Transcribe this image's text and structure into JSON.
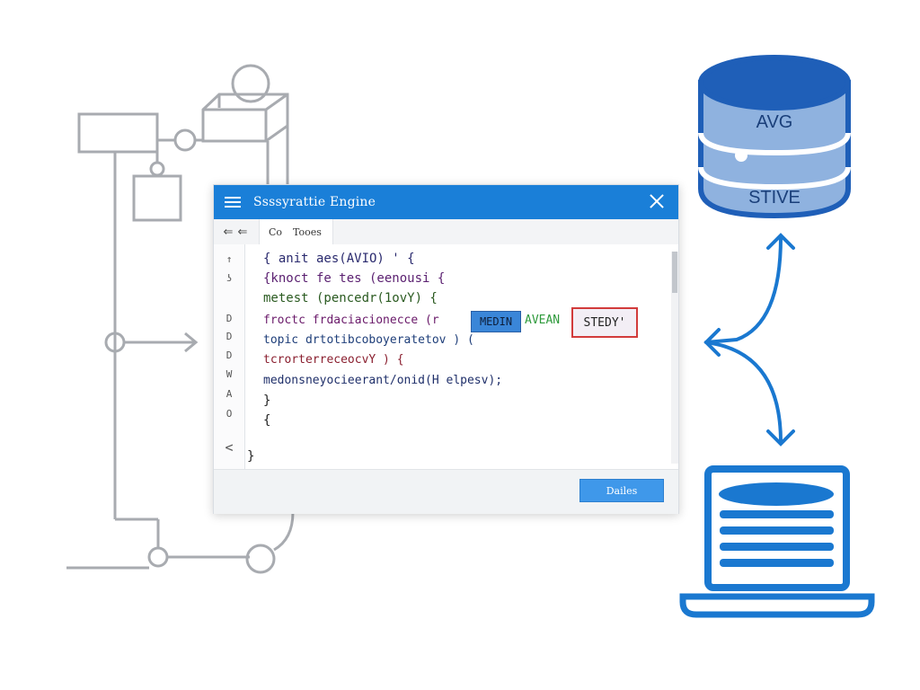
{
  "window": {
    "title": "Ssssyrattie Engine",
    "tab_label_a": "Co",
    "tab_label_b": "Tooes",
    "back_label": "⇐",
    "forward_label": "⇐",
    "primary_button": "Dailes"
  },
  "gutter_glyphs": [
    "↑",
    "ʖ",
    "D",
    "D",
    "D",
    "W",
    "A",
    "O",
    "<"
  ],
  "code_lines": [
    "{ anit  aes(AVIO) ' {",
    " {knoct  fe tes  (eenousi {",
    "    metest (pencedr(1ovY) {",
    "       froctc  frdaciacionecce (r",
    "       topic  drtotibcoboyeratetov )  (",
    "       tcrorterreceocvY ) {",
    "       medonsneyocieerant/onid(H  elpesv);",
    "        }",
    "     {",
    "}"
  ],
  "highlights": {
    "blue": "MEDIN",
    "green": "AVEAN",
    "red": "STEDY'"
  },
  "database": {
    "top_label": "AVG",
    "bottom_label": "STIVE"
  },
  "colors": {
    "accent": "#1a7fd8",
    "db_fill": "#7fa6d8",
    "db_dark": "#1f5fb8",
    "flow_gray": "#a8abb0",
    "arrow_blue": "#1a78d0"
  },
  "icons": [
    "menu-icon",
    "close-icon",
    "back-icon",
    "forward-icon",
    "database-icon",
    "laptop-icon"
  ]
}
